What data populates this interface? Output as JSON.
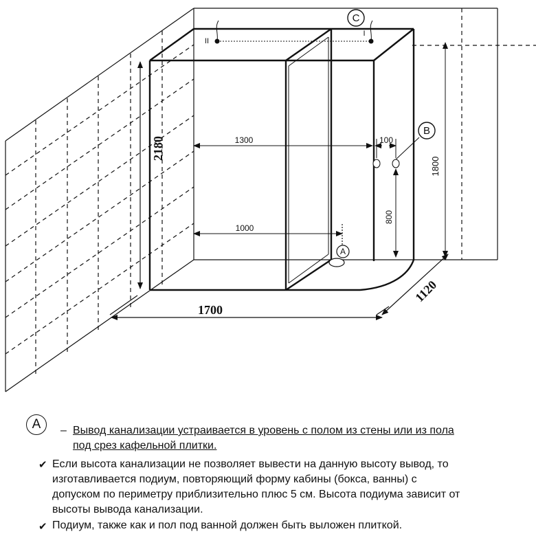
{
  "dimensions": {
    "height_total": "2180",
    "length": "1700",
    "width": "1120",
    "inner_length": "1300",
    "drain_length": "1000",
    "pipe_spacing": "100",
    "pipe_height": "800",
    "wall_height": "1800"
  },
  "markers": {
    "a": "A",
    "b": "B",
    "c": "C",
    "pipe_1": "I",
    "pipe_2": "II"
  },
  "legend": {
    "marker": "A",
    "dash": "–",
    "note_line1": "Вывод канализации устраивается в уровень с полом из стены или из пола",
    "note_line2": "под срез кафельной плитки.",
    "check_icon": "✔",
    "item1_line1": "Если высота канализации не позволяет вывести на данную высоту вывод, то",
    "item1_line2": "изготавливается подиум, повторяющий форму кабины (бокса, ванны) с",
    "item1_line3": "допуском по периметру приблизительно плюс 5 см. Высота подиума зависит от",
    "item1_line4": "высоты вывода канализации.",
    "item2": "Подиум, также как и пол под ванной должен быть выложен плиткой."
  }
}
